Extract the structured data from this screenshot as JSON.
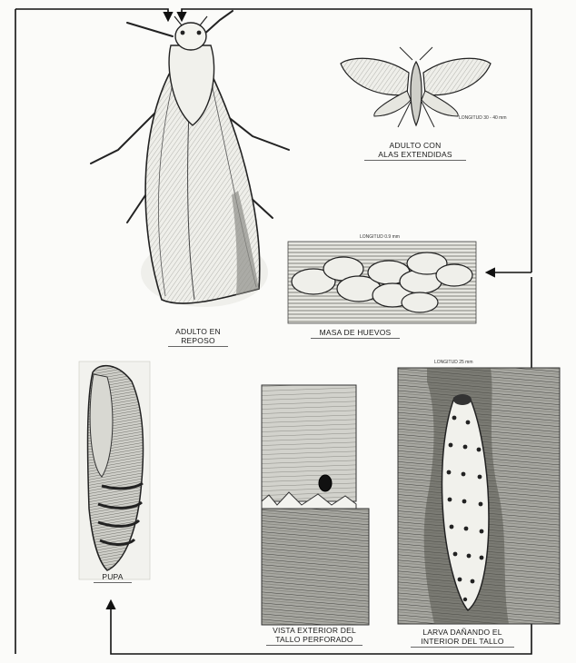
{
  "stages": {
    "adult_resting": {
      "label": [
        "ADULTO EN",
        "REPOSO"
      ]
    },
    "adult_spread": {
      "label": [
        "ADULTO CON",
        "ALAS EXTENDIDAS"
      ],
      "size_note": "LONGITUD 30 - 40 mm"
    },
    "eggs": {
      "label": "MASA DE HUEVOS",
      "size_note": "LONGITUD 0.9 mm"
    },
    "pupa": {
      "label": "PUPA"
    },
    "stem": {
      "label": [
        "VISTA EXTERIOR DEL",
        "TALLO PERFORADO"
      ]
    },
    "larva": {
      "label": [
        "LARVA DAÑANDO EL",
        "INTERIOR DEL TALLO"
      ],
      "size_note": "LONGITUD 25 mm"
    }
  },
  "colors": {
    "ink": "#1a1a1a",
    "paper": "#fbfbf9",
    "panel_light": "#e9e9e4",
    "panel_dark": "#8c8c86"
  }
}
